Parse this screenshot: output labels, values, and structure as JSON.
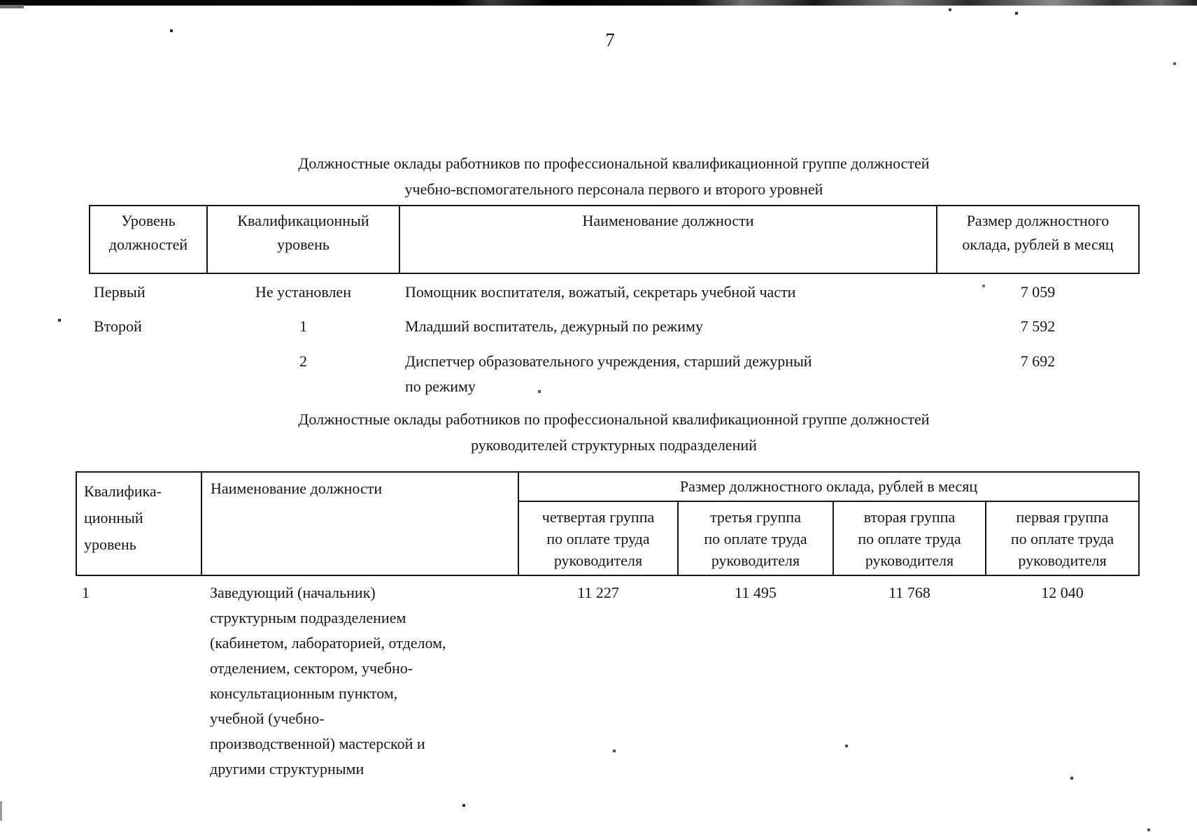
{
  "page": {
    "number": "7"
  },
  "colors": {
    "ink": "#161616",
    "paper": "#ffffff"
  },
  "section1": {
    "title": "Должностные оклады работников по профессиональной квалификационной группе должностей\nучебно-вспомогательного персонала первого и второго уровней",
    "table": {
      "headers": {
        "level": "Уровень должностей",
        "qual": "Квалификационный уровень",
        "position": "Наименование должности",
        "salary": "Размер должностного оклада, рублей в месяц"
      },
      "rows": [
        {
          "level": "Первый",
          "qual": "Не установлен",
          "position": "Помощник воспитателя, вожатый, секретарь учебной части",
          "salary": "7 059"
        },
        {
          "level": "Второй",
          "qual": "1",
          "position": "Младший воспитатель, дежурный по режиму",
          "salary": "7 592"
        },
        {
          "level": "",
          "qual": "2",
          "position": "Диспетчер образовательного учреждения, старший дежурный\nпо режиму",
          "salary": "7 692"
        }
      ]
    }
  },
  "section2": {
    "title": "Должностные оклады работников по профессиональной квалификационной группе должностей\nруководителей структурных подразделений",
    "table": {
      "headers": {
        "qual": "Квалифика-\nционный\nуровень",
        "position": "Наименование должности",
        "salary_span": "Размер должностного оклада, рублей в месяц",
        "groups": [
          "четвертая группа\nпо оплате труда\nруководителя",
          "третья группа\nпо оплате труда\nруководителя",
          "вторая группа\nпо оплате труда\nруководителя",
          "первая группа\nпо оплате труда\nруководителя"
        ]
      },
      "rows": [
        {
          "qual": "1",
          "position": "Заведующий (начальник)\nструктурным подразделением\n(кабинетом, лабораторией, отделом,\nотделением, сектором, учебно-\nконсультационным пунктом,\nучебной (учебно-\nпроизводственной) мастерской и\nдругими структурными",
          "values": [
            "11 227",
            "11 495",
            "11 768",
            "12 040"
          ]
        }
      ]
    }
  }
}
